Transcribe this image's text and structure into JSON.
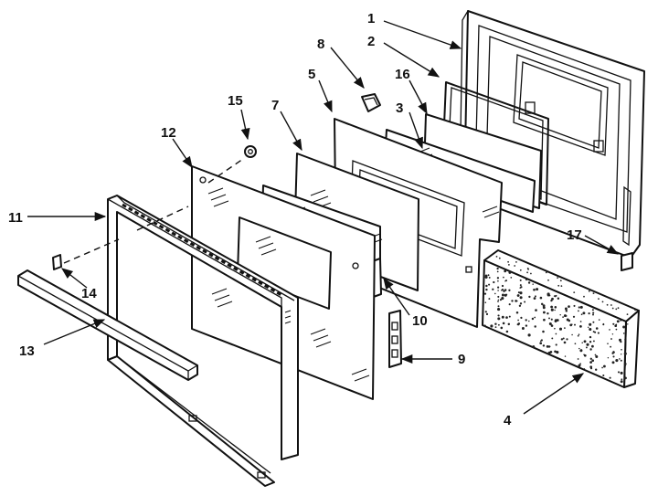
{
  "diagram": {
    "callouts": [
      {
        "id": "1",
        "label": "1"
      },
      {
        "id": "2",
        "label": "2"
      },
      {
        "id": "3",
        "label": "3"
      },
      {
        "id": "4",
        "label": "4"
      },
      {
        "id": "5",
        "label": "5"
      },
      {
        "id": "7",
        "label": "7"
      },
      {
        "id": "8",
        "label": "8"
      },
      {
        "id": "9",
        "label": "9"
      },
      {
        "id": "10",
        "label": "10"
      },
      {
        "id": "11",
        "label": "11"
      },
      {
        "id": "12",
        "label": "12"
      },
      {
        "id": "13",
        "label": "13"
      },
      {
        "id": "14",
        "label": "14"
      },
      {
        "id": "15",
        "label": "15"
      },
      {
        "id": "16",
        "label": "16"
      },
      {
        "id": "17",
        "label": "17"
      }
    ],
    "parts": [
      {
        "id": "1",
        "name": "inner-door-panel"
      },
      {
        "id": "2",
        "name": "door-gasket"
      },
      {
        "id": "3",
        "name": "inner-glass"
      },
      {
        "id": "4",
        "name": "insulation-block"
      },
      {
        "id": "5",
        "name": "window-liner-panel"
      },
      {
        "id": "7",
        "name": "middle-glass"
      },
      {
        "id": "8",
        "name": "hinge-clip"
      },
      {
        "id": "9",
        "name": "glass-bracket"
      },
      {
        "id": "10",
        "name": "glass-spacer-clip"
      },
      {
        "id": "11",
        "name": "door-frame"
      },
      {
        "id": "12",
        "name": "outer-door-glass"
      },
      {
        "id": "13",
        "name": "door-handle"
      },
      {
        "id": "14",
        "name": "handle-screw"
      },
      {
        "id": "15",
        "name": "washer"
      },
      {
        "id": "16",
        "name": "glass-pane"
      },
      {
        "id": "17",
        "name": "door-clip"
      }
    ]
  }
}
